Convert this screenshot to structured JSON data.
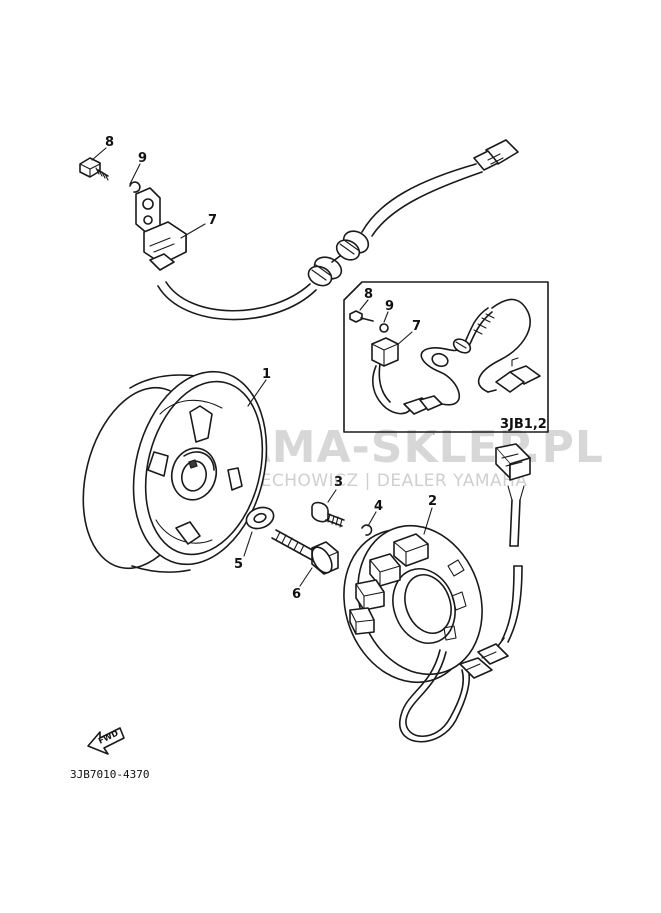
{
  "callouts": {
    "c1": "1",
    "c2": "2",
    "c3": "3",
    "c4": "4",
    "c5": "5",
    "c6": "6",
    "c7": "7",
    "c8": "8",
    "c9": "9",
    "inset_c7": "7",
    "inset_c8": "8",
    "inset_c9": "9"
  },
  "inset_label": "3JB1,2",
  "caption": "3JB7010-4370",
  "fwd_label": "FWD",
  "watermark": {
    "brand": "YAMA-SKLEP.PL",
    "tagline": "WOJCIECHOWICZ | DEALER YAMAHA",
    "logo_color": "#e88a8a"
  }
}
